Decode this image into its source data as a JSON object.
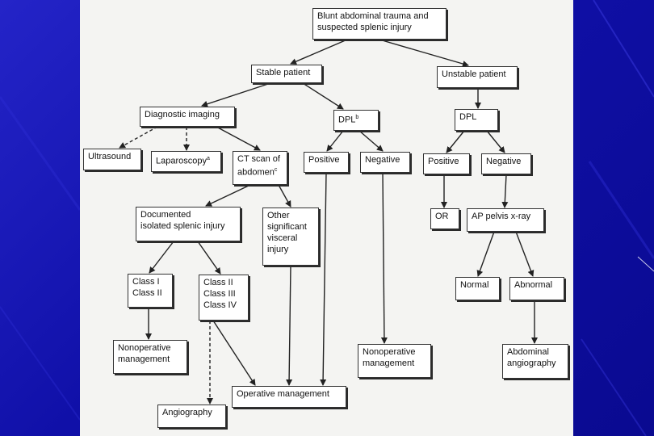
{
  "nodes": {
    "root": "Blunt abdominal trauma and\nsuspected splenic injury",
    "stable": "Stable patient",
    "unstable": "Unstable patient",
    "diag_imaging": "Diagnostic imaging",
    "dpl_left": "DPL",
    "dpl_left_sup": "b",
    "dpl_right": "DPL",
    "ultrasound": "Ultrasound",
    "laparoscopy": "Laparoscopy",
    "laparoscopy_sup": "a",
    "ct_scan": "CT scan of\nabdomen",
    "ct_scan_sup": "c",
    "positive_left": "Positive",
    "negative_left": "Negative",
    "positive_right": "Positive",
    "negative_right": "Negative",
    "documented": "Documented\nisolated splenic injury",
    "other_visceral": "Other\nsignificant\nvisceral\ninjury",
    "or": "OR",
    "ap_pelvis": "AP pelvis x-ray",
    "class_1_2": "Class I\nClass II",
    "class_2_4": "Class II\nClass III\nClass IV",
    "normal": "Normal",
    "abnormal": "Abnormal",
    "nonop_left": "Nonoperative\nmanagement",
    "nonop_mid": "Nonoperative\nmanagement",
    "abd_angio": "Abdominal\nangiography",
    "operative": "Operative management",
    "angiography": "Angiography"
  }
}
